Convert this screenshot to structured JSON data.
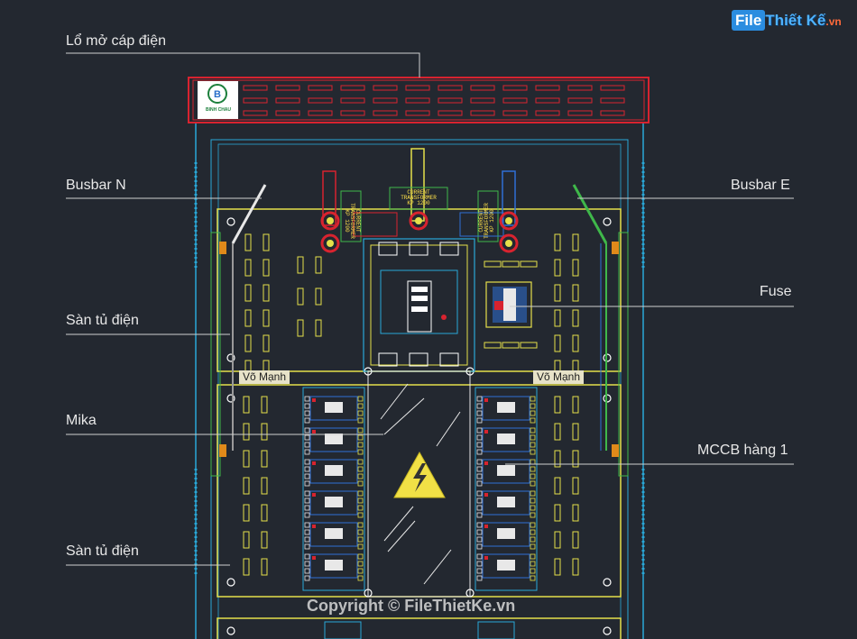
{
  "watermark": {
    "file": "File",
    "name": "Thiết Kế",
    "domain": ".vn"
  },
  "copyright": "Copyright © FileThietKe.vn",
  "callouts": {
    "cable_opening": "Lổ mở cáp điện",
    "busbar_n": "Busbar N",
    "busbar_e": "Busbar E",
    "panel_floor_1": "Sàn tủ điện",
    "fuse": "Fuse",
    "mika": "Mika",
    "mccb_row_1": "MCCB hàng 1",
    "panel_floor_2": "Sàn tủ điện"
  },
  "tags": {
    "shell_left": "Võ Mạnh",
    "shell_right": "Võ Mạnh"
  },
  "brand": "BINH CHAU",
  "ct_labels": {
    "center": "CURRENT\nTRANSFORMER\nKP 1200",
    "left": "CURRENT\nTRANSFORMER\nKP 1200",
    "right": "CURRENT\nTRANSFORMER\nKP 1200"
  },
  "colors": {
    "background": "#232830",
    "cabinet_outline": "#2aa8d8",
    "mounting_plate": "#e5e04a",
    "vent_cover": "#d8232f",
    "busbar_green": "#3fb84a",
    "busbar_blue": "#2f6fd6",
    "warning_sign": "#f1e046"
  }
}
